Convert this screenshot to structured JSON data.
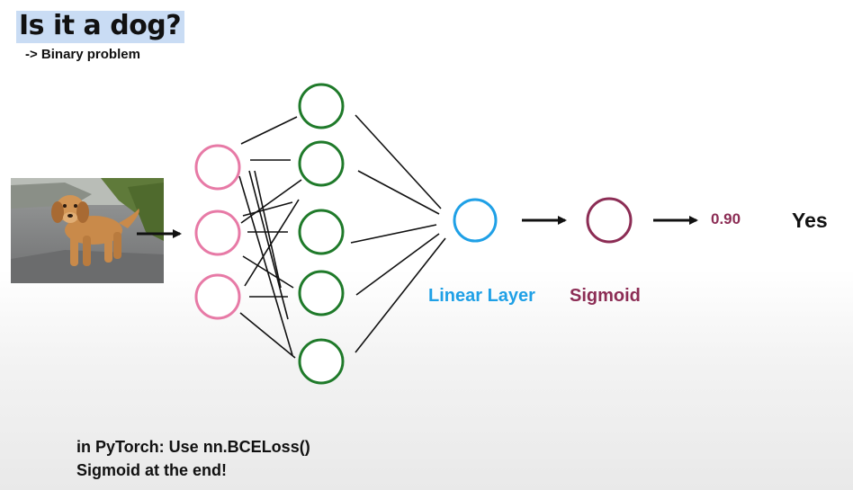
{
  "title": "Is it a dog?",
  "subtitle": "-> Binary problem",
  "image": {
    "description_icon": "dog-photo"
  },
  "labels": {
    "linear_layer": "Linear Layer",
    "sigmoid": "Sigmoid",
    "output_value": "0.90",
    "answer": "Yes"
  },
  "footer": {
    "line1": "in PyTorch: Use nn.BCELoss()",
    "line2": "Sigmoid at the end!"
  },
  "colors": {
    "input_nodes": "#e77aa6",
    "hidden_nodes": "#1f7a2a",
    "linear_node": "#1fa0e6",
    "sigmoid_node": "#8c2d55",
    "title_highlight": "#c9dcf4"
  }
}
